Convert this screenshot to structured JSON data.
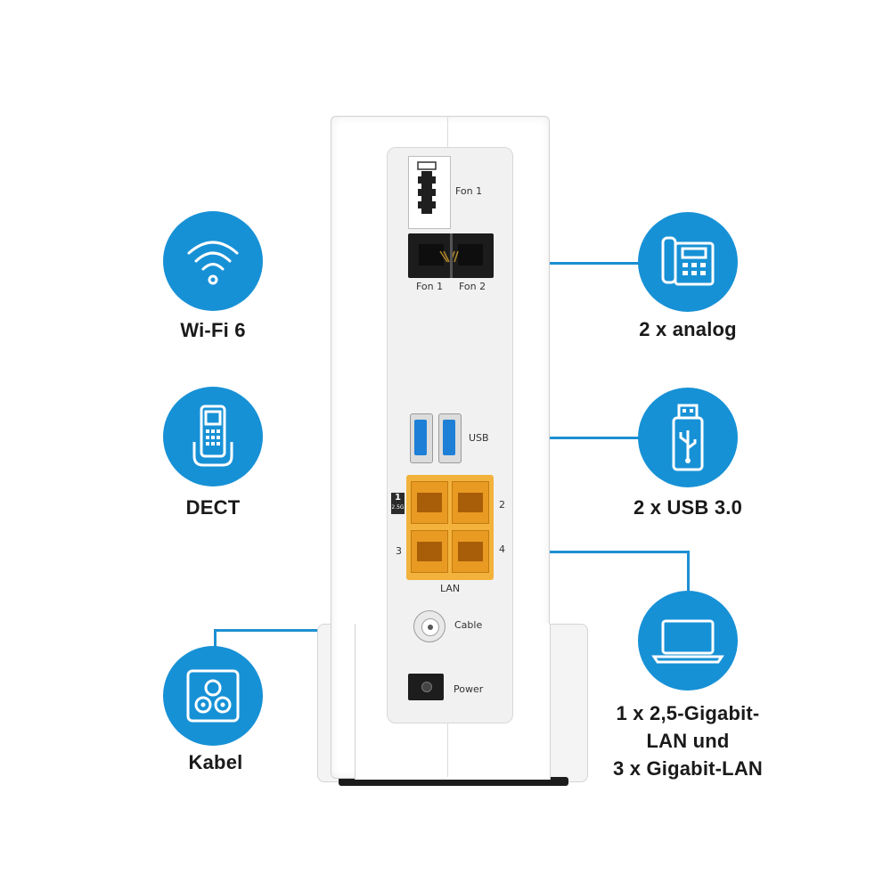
{
  "features_left": [
    {
      "icon": "wifi-icon",
      "label": "Wi-Fi 6"
    },
    {
      "icon": "dect-phone-icon",
      "label": "DECT"
    },
    {
      "icon": "cable-socket-icon",
      "label": "Kabel"
    }
  ],
  "features_right": [
    {
      "icon": "desk-phone-icon",
      "label": "2 x analog"
    },
    {
      "icon": "usb-stick-icon",
      "label": "2 x USB 3.0"
    },
    {
      "icon": "laptop-icon",
      "label_lines": [
        "1 x 2,5-Gigabit-",
        "LAN und",
        "3 x Gigabit-LAN"
      ]
    }
  ],
  "device": {
    "fon_tae_label": "Fon 1",
    "rj11_labels": [
      "Fon 1",
      "Fon 2"
    ],
    "usb_label": "USB",
    "lan_label": "LAN",
    "lan_port_numbers": [
      "2",
      "3",
      "4"
    ],
    "lan_badge": [
      "1",
      "2.5G"
    ],
    "cable_label": "Cable",
    "power_label": "Power"
  },
  "colors": {
    "accent_blue": "#1791d6",
    "lan_orange": "#f2b23c",
    "usb_blue": "#1e7fd6"
  }
}
